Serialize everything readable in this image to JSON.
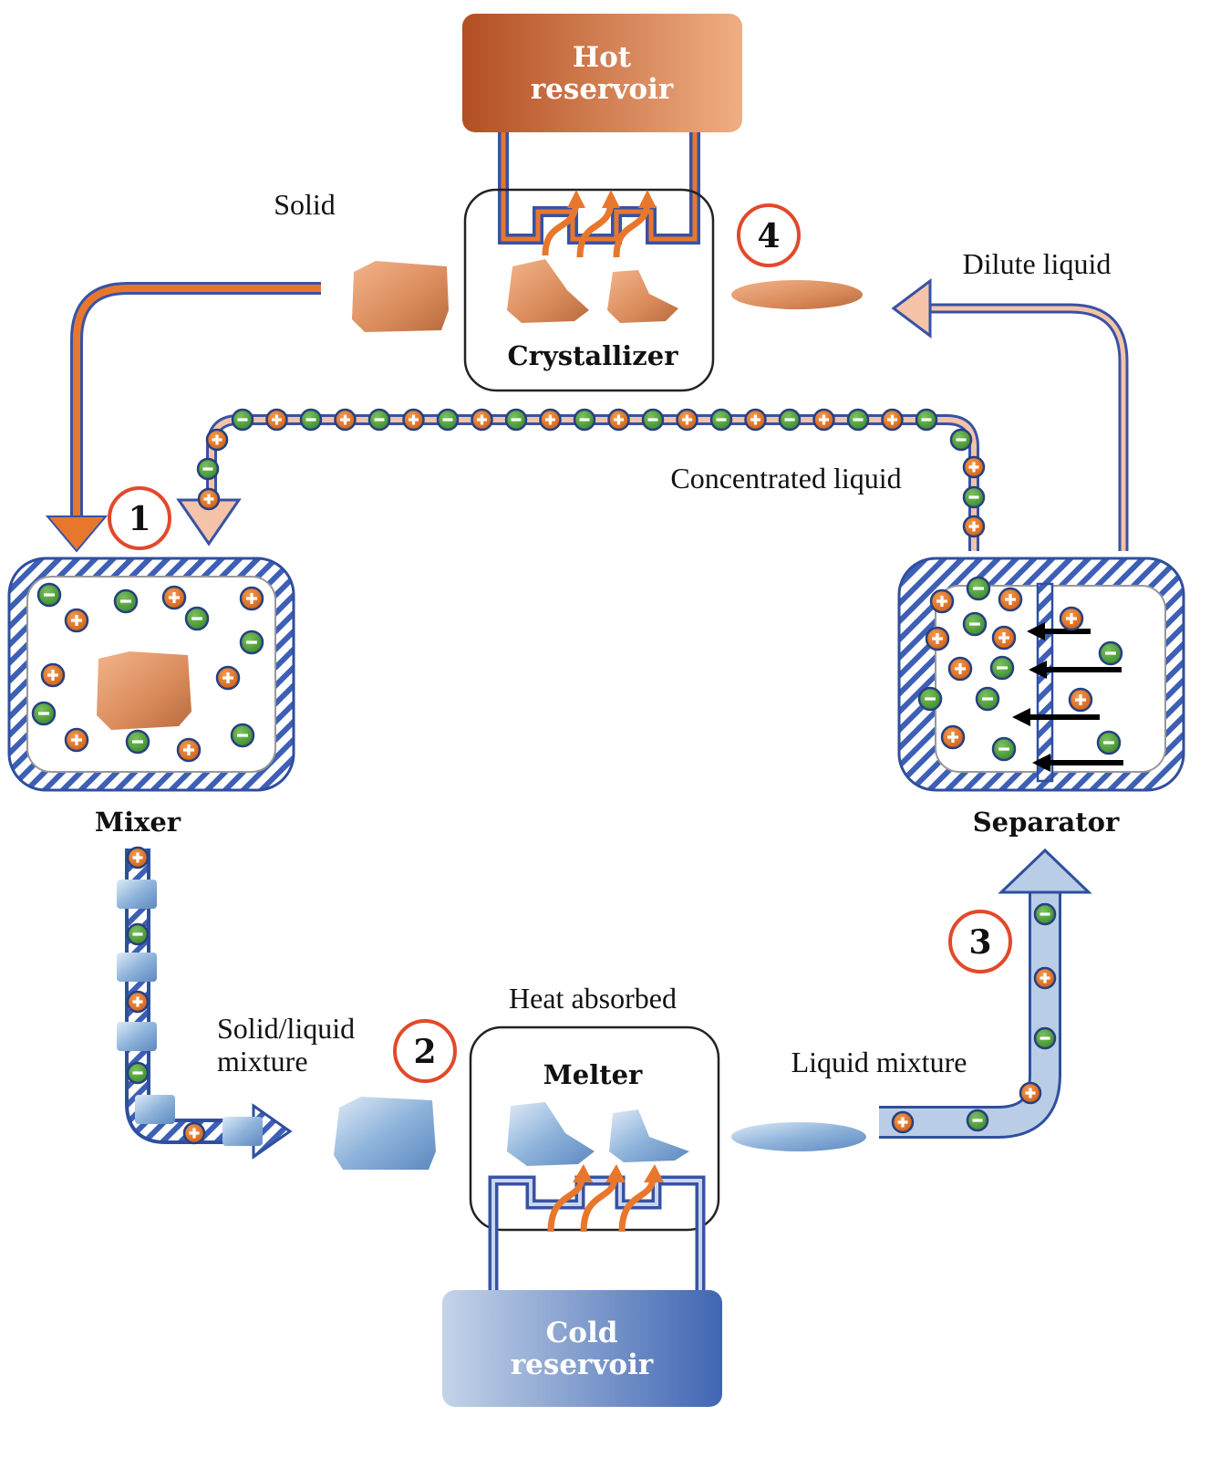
{
  "diagram": {
    "title": "Mixing entropy battery cycle",
    "colors": {
      "hot": "#b9572a",
      "hot_light": "#eaa77a",
      "cold": "#4a6cb8",
      "cold_light": "#bacde6",
      "pipe_blue": "#3852a4",
      "orange": "#e8772e",
      "peach": "#f4c3a8",
      "cation": "#e0701f",
      "anion": "#4c9a3a",
      "step_ring": "#e2492a"
    },
    "reservoirs": {
      "hot": {
        "line1": "Hot",
        "line2": "reservoir"
      },
      "cold": {
        "line1": "Cold",
        "line2": "reservoir"
      }
    },
    "units": {
      "crystallizer": "Crystallizer",
      "mixer": "Mixer",
      "separator": "Separator",
      "melter": "Melter"
    },
    "flow_labels": {
      "solid": "Solid",
      "dilute_liquid": "Dilute liquid",
      "concentrated_liquid": "Concentrated liquid",
      "solid_liquid_line1": "Solid/liquid",
      "solid_liquid_line2": "mixture",
      "heat_absorbed": "Heat absorbed",
      "liquid_mixture": "Liquid mixture"
    },
    "steps": [
      "1",
      "2",
      "3",
      "4"
    ],
    "ion_symbols": {
      "cation": "+",
      "anion": "–"
    }
  }
}
